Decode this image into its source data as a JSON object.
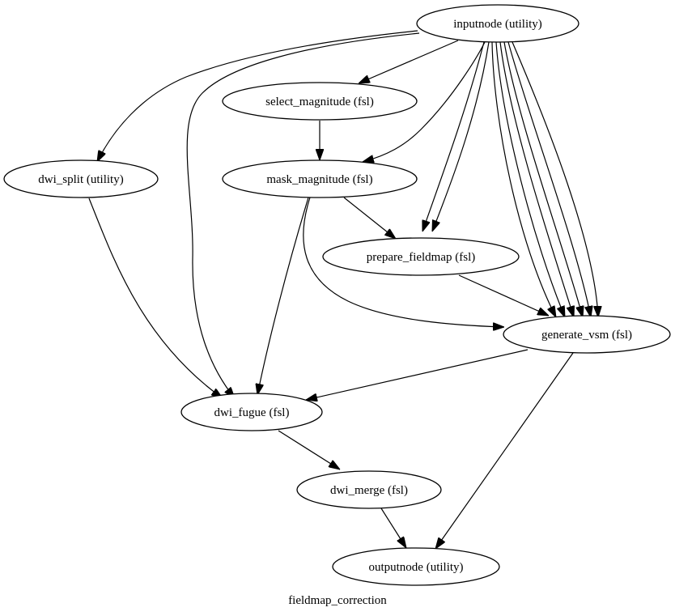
{
  "graph": {
    "caption": "fieldmap_correction"
  },
  "nodes": {
    "inputnode": "inputnode (utility)",
    "select_magnitude": "select_magnitude (fsl)",
    "dwi_split": "dwi_split (utility)",
    "mask_magnitude": "mask_magnitude (fsl)",
    "prepare_fieldmap": "prepare_fieldmap (fsl)",
    "generate_vsm": "generate_vsm (fsl)",
    "dwi_fugue": "dwi_fugue (fsl)",
    "dwi_merge": "dwi_merge (fsl)",
    "outputnode": "outputnode (utility)"
  }
}
